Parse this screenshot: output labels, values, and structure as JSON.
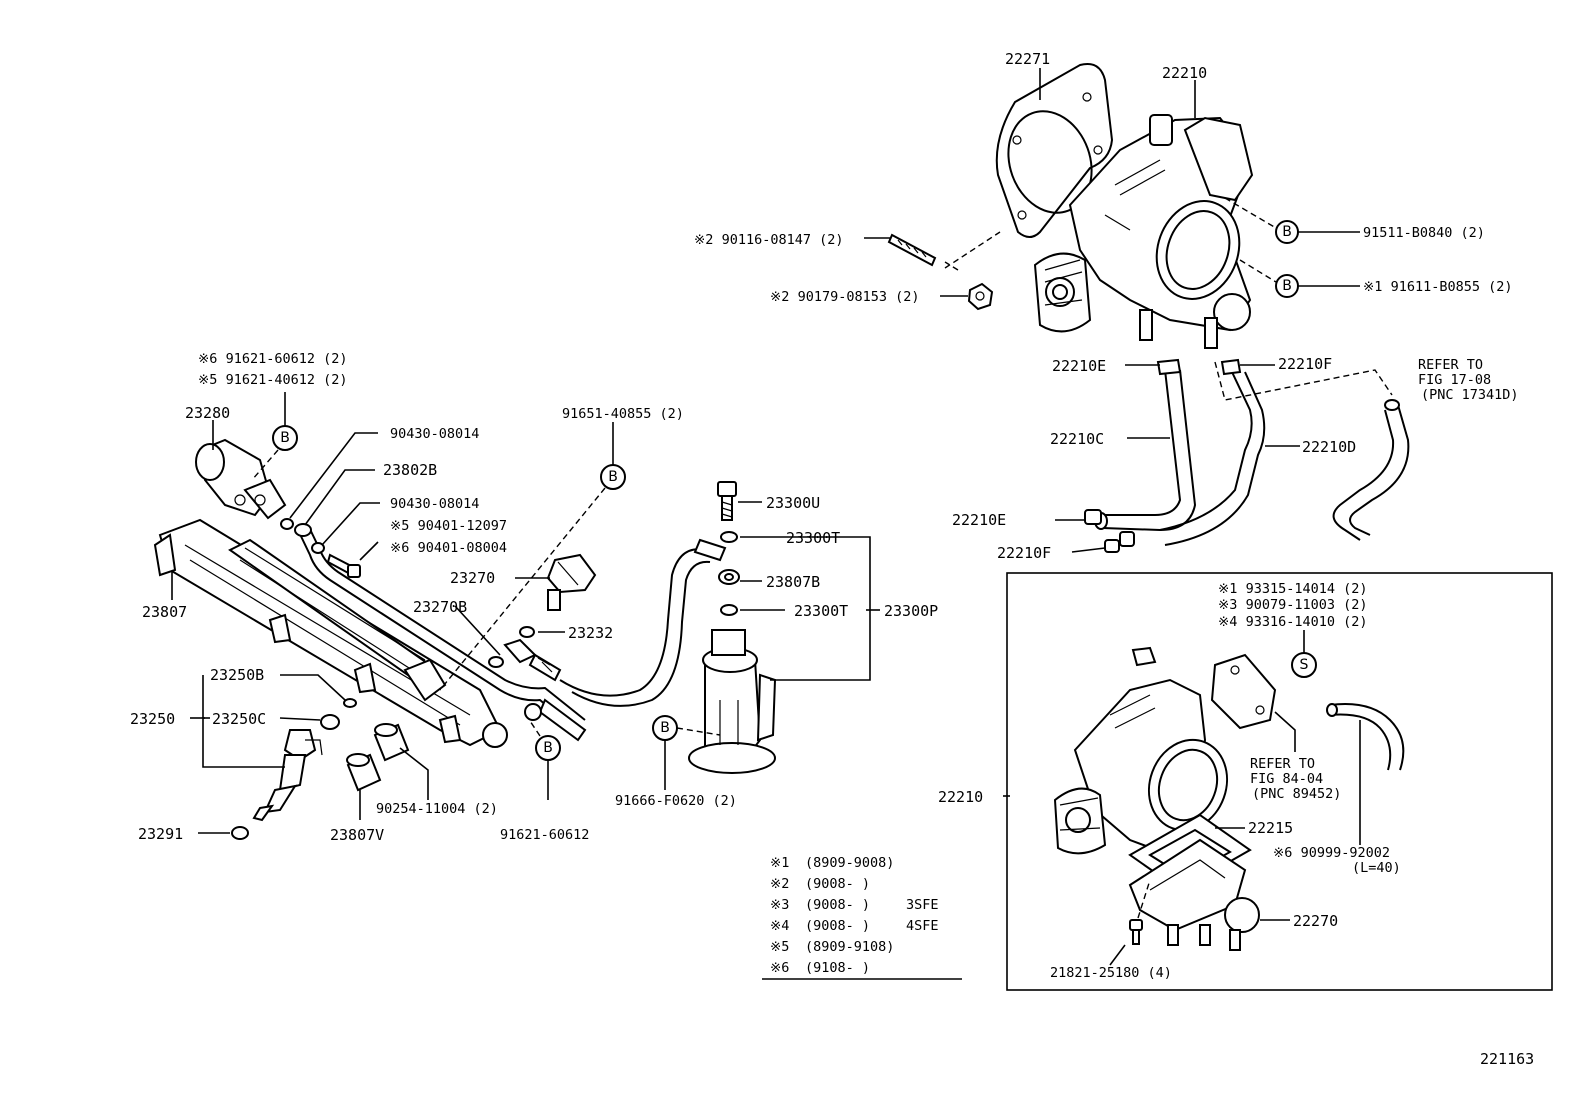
{
  "diagram_id": "221163",
  "callouts": {
    "c22271": "22271",
    "c22210_top": "22210",
    "c90116": "※2 90116-08147 (2)",
    "c90179": "※2 90179-08153 (2)",
    "c91511": "91511-B0840 (2)",
    "c91611": "※1 91611-B0855 (2)",
    "c22210E_a": "22210E",
    "c22210F_a": "22210F",
    "c22210C": "22210C",
    "c22210D": "22210D",
    "c22210E_b": "22210E",
    "c22210F_b": "22210F",
    "refer1_a": "REFER TO",
    "refer1_b": "FIG 17-08",
    "refer1_c": "(PNC 17341D)",
    "c91621_6": "※6 91621-60612 (2)",
    "c91621_5": "※5 91621-40612 (2)",
    "c23280": "23280",
    "c90430_a": "90430-08014",
    "c23802B": "23802B",
    "c90430_b": "90430-08014",
    "c90401_5": "※5 90401-12097",
    "c90401_6": "※6 90401-08004",
    "c91651": "91651-40855 (2)",
    "c23300U": "23300U",
    "c23300T_a": "23300T",
    "c23807B": "23807B",
    "c23300T_b": "23300T",
    "c23300P": "23300P",
    "c23270": "23270",
    "c23232": "23232",
    "c23270B": "23270B",
    "c23807": "23807",
    "c23250B": "23250B",
    "c23250": "23250",
    "c23250C": "23250C",
    "c23291": "23291",
    "c90254": "90254-11004 (2)",
    "c23807V": "23807V",
    "c91621_b": "91621-60612",
    "c91666": "91666-F0620 (2)",
    "c22210_bot": "22210",
    "c93315": "※1 93315-14014 (2)",
    "c90079": "※3 90079-11003 (2)",
    "c93316": "※4 93316-14010 (2)",
    "refer2_a": "REFER TO",
    "refer2_b": "FIG 84-04",
    "refer2_c": "(PNC 89452)",
    "c22215": "22215",
    "c90999": "※6  90999-92002",
    "c90999_len": "(L=40)",
    "c22270": "22270",
    "c21821": "21821-25180 (4)"
  },
  "circle_tags": {
    "b1": "B",
    "b2": "B",
    "b3": "B",
    "b4": "B",
    "b5": "B",
    "b6": "B",
    "s1": "S"
  },
  "legend": [
    {
      "mark": "※1",
      "range": "(8909-9008)",
      "note": ""
    },
    {
      "mark": "※2",
      "range": "(9008-       )",
      "note": ""
    },
    {
      "mark": "※3",
      "range": "(9008-       )",
      "note": "3SFE"
    },
    {
      "mark": "※4",
      "range": "(9008-       )",
      "note": "4SFE"
    },
    {
      "mark": "※5",
      "range": "(8909-9108)",
      "note": ""
    },
    {
      "mark": "※6",
      "range": "(9108-       )",
      "note": ""
    }
  ]
}
